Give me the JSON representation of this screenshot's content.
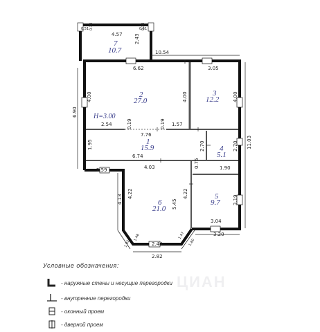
{
  "rooms": [
    {
      "id": "7",
      "number": "7",
      "area": "10.7"
    },
    {
      "id": "2",
      "number": "2",
      "area": "27.0"
    },
    {
      "id": "3",
      "number": "3",
      "area": "12.2"
    },
    {
      "id": "1",
      "number": "1",
      "area": "15.9"
    },
    {
      "id": "4",
      "number": "4",
      "area": "5.1"
    },
    {
      "id": "6",
      "number": "6",
      "area": "21.0"
    },
    {
      "id": "5",
      "number": "5",
      "area": "9.7"
    }
  ],
  "ceiling_height": "H=3.00",
  "dimensions": {
    "d_457": "4.57",
    "d_243": "2.43",
    "d_051a": "0.51",
    "d_038a": "0.38",
    "d_038b": "0.38",
    "d_051b": "0.51",
    "d_1054": "10.54",
    "d_662": "6.62",
    "d_305": "3.05",
    "d_690": "6.90",
    "d_400a": "4.00",
    "d_400b": "4.00",
    "d_400c": "4.00",
    "d_254": "2.54",
    "d_019a": "0.19",
    "d_019b": "0.19",
    "d_157": "1.57",
    "d_776": "7.76",
    "d_195": "1.95",
    "d_270a": "2.70",
    "d_270b": "2.70",
    "d_1103": "11.03",
    "d_674": "6.74",
    "d_403": "4.03",
    "d_075": "0.75",
    "d_190": "1.90",
    "d_259": "2.59",
    "d_413": "4.13",
    "d_422a": "4.22",
    "d_422b": "4.22",
    "d_545": "5.45",
    "d_319": "3.19",
    "d_304": "3.04",
    "d_320": "3.20",
    "d_148": "1.48",
    "d_147": "1.47",
    "d_182": "1.82",
    "d_180": "1.80",
    "d_244": "2.44",
    "d_282": "2.82"
  },
  "legend": {
    "title": "Условные обозначения:",
    "items": [
      {
        "icon": "exterior-wall-icon",
        "label": "- наружные стены и несущие перегородки"
      },
      {
        "icon": "interior-wall-icon",
        "label": "- внутренние перегородки"
      },
      {
        "icon": "window-icon",
        "label": "- оконный проем"
      },
      {
        "icon": "door-icon",
        "label": "- дверной проем"
      }
    ]
  },
  "colors": {
    "room_labels": "#3b3f8c",
    "walls": "#111111"
  }
}
